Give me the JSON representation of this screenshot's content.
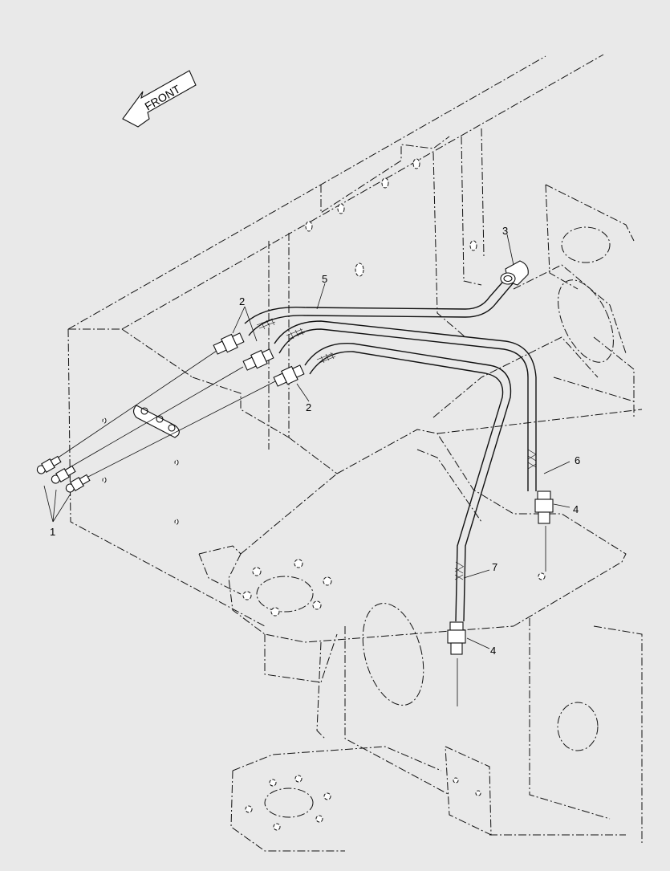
{
  "diagram": {
    "direction_label": "FRONT",
    "callouts": [
      {
        "id": "callout-1",
        "text": "1"
      },
      {
        "id": "callout-2a",
        "text": "2"
      },
      {
        "id": "callout-2b",
        "text": "2"
      },
      {
        "id": "callout-3",
        "text": "3"
      },
      {
        "id": "callout-4a",
        "text": "4"
      },
      {
        "id": "callout-4b",
        "text": "4"
      },
      {
        "id": "callout-5",
        "text": "5"
      },
      {
        "id": "callout-6",
        "text": "6"
      },
      {
        "id": "callout-7",
        "text": "7"
      }
    ]
  },
  "colors": {
    "background": "#e9e9e9",
    "line": "#111111",
    "part_fill": "#ffffff"
  }
}
